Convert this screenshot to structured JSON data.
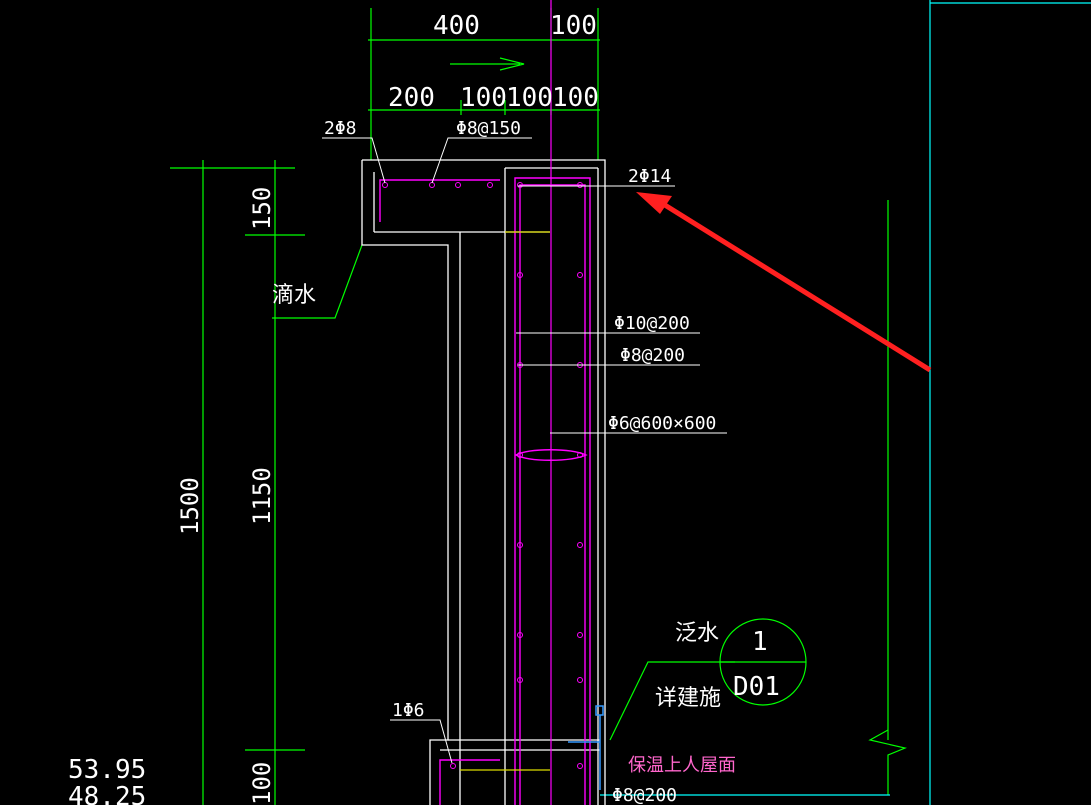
{
  "dimensions": {
    "top_400": "400",
    "top_100": "100",
    "row2_200": "200",
    "row2_100a": "100",
    "row2_100b": "100",
    "row2_100c": "100",
    "left_150": "150",
    "left_1150": "1150",
    "left_1500": "1500",
    "left_100": "100"
  },
  "rebar_labels": {
    "top_left": "2Φ8",
    "top_stirrup": "Φ8@150",
    "corner": "2Φ14",
    "wall_1": "Φ10@200",
    "wall_2": "Φ8@200",
    "tie": "Φ6@600×600",
    "bottom_1": "1Φ6",
    "bottom_2": "Φ8@200"
  },
  "notes": {
    "drip": "滴水",
    "flashing": "泛水",
    "see_arch": "详建施",
    "roof": "保温上人屋面"
  },
  "detail_callout": {
    "number": "1",
    "sheet": "D01"
  },
  "elevations": [
    "53.95",
    "48.25"
  ],
  "colors": {
    "dimension_green": "#00ff00",
    "outline_white": "#ffffff",
    "rebar_magenta": "#ff00ff",
    "arrow_red": "#ff2020",
    "grid_cyan": "#00ffff"
  }
}
